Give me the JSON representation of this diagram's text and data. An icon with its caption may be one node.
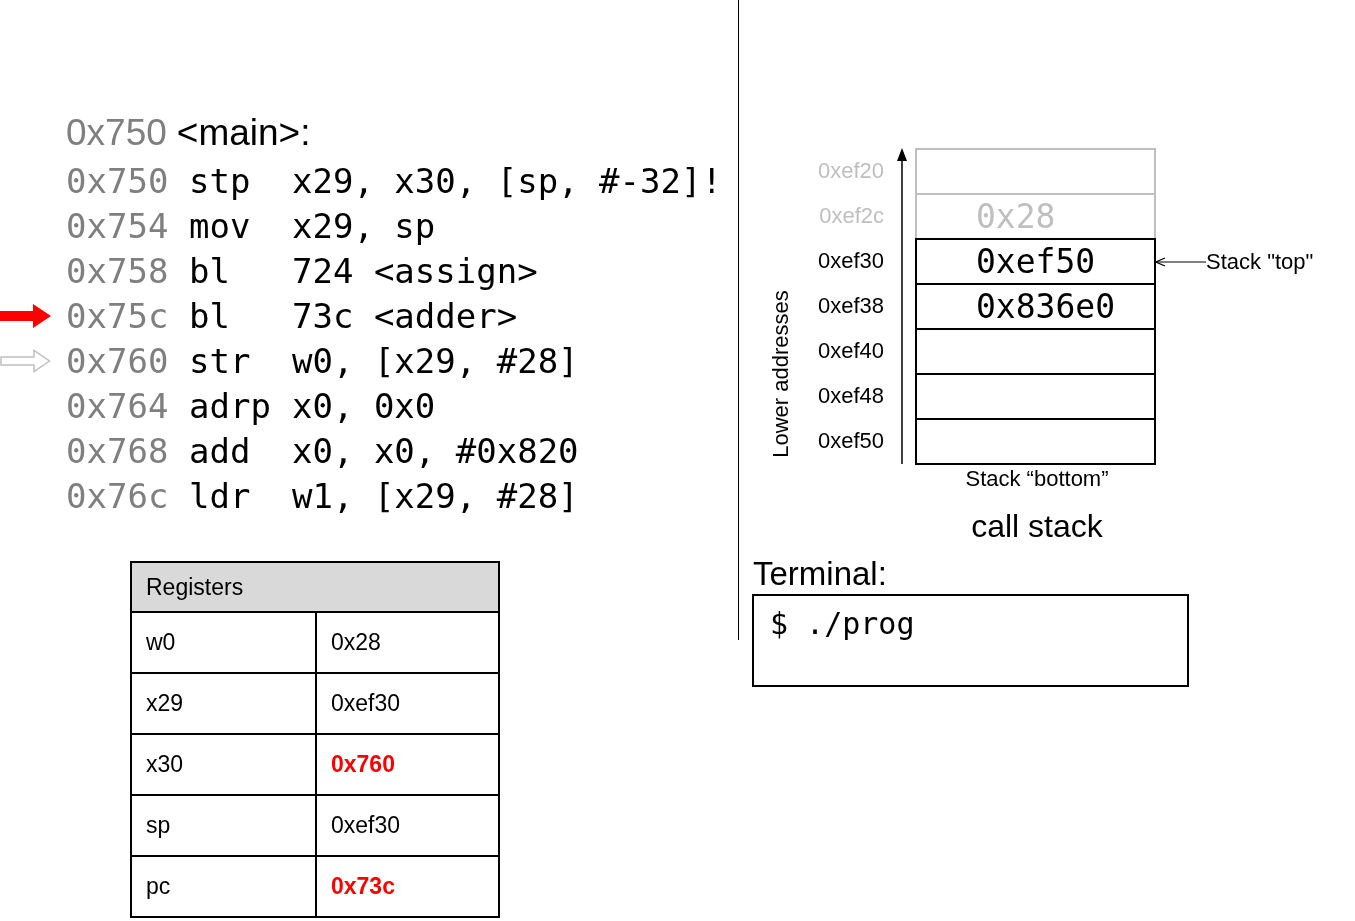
{
  "diagram": {
    "nodes": [
      {
        "text": [],
        "shape": "box",
        "beside": [
          "0xef20"
        ]
      },
      {
        "text": [
          "0x28"
        ],
        "beside": [
          "0xef2c"
        ]
      },
      {
        "text": [
          "0xef50"
        ],
        "beside": [
          "0xef30"
        ]
      },
      {
        "text": [
          "0x836e0"
        ],
        "beside": [
          "0xef38"
        ]
      },
      {
        "text": [],
        "shape": "box",
        "beside": [
          "0xef40"
        ]
      },
      {
        "text": [],
        "shape": "box",
        "beside": [
          "0xef48"
        ]
      },
      {
        "text": [],
        "shape": "box",
        "beside": [
          "0xef50"
        ]
      },
      {
        "text": [
          "Stack \"top\""
        ]
      },
      {
        "text": [
          "Terminal:",
          "$ ./prog"
        ]
      }
    ],
    "edges": [
      {
        "from": 7,
        "to": 2,
        "arrow": "to"
      }
    ],
    "labels": [
      "0x750",
      "<main>:",
      "0x750",
      "stp",
      "x29, x30, [sp, #-32]!",
      "0x754",
      "mov",
      "x29, sp",
      "0x758",
      "bl",
      "724 <assign>",
      "0x75c",
      "bl",
      "73c <adder>",
      "0x760",
      "str",
      "w0, [x29, #28]",
      "0x764",
      "adrp",
      "x0, 0x0",
      "0x768",
      "add",
      "x0, x0, #0x820",
      "0x76c",
      "ldr",
      "w1, [x29, #28]",
      "Registers",
      "w0",
      "0x28",
      "x29",
      "0xef30",
      "x30",
      "0x760",
      "sp",
      "0xef30",
      "pc",
      "0x73c",
      "Lower addresses",
      "Stack “bottom”",
      "call stack"
    ]
  }
}
